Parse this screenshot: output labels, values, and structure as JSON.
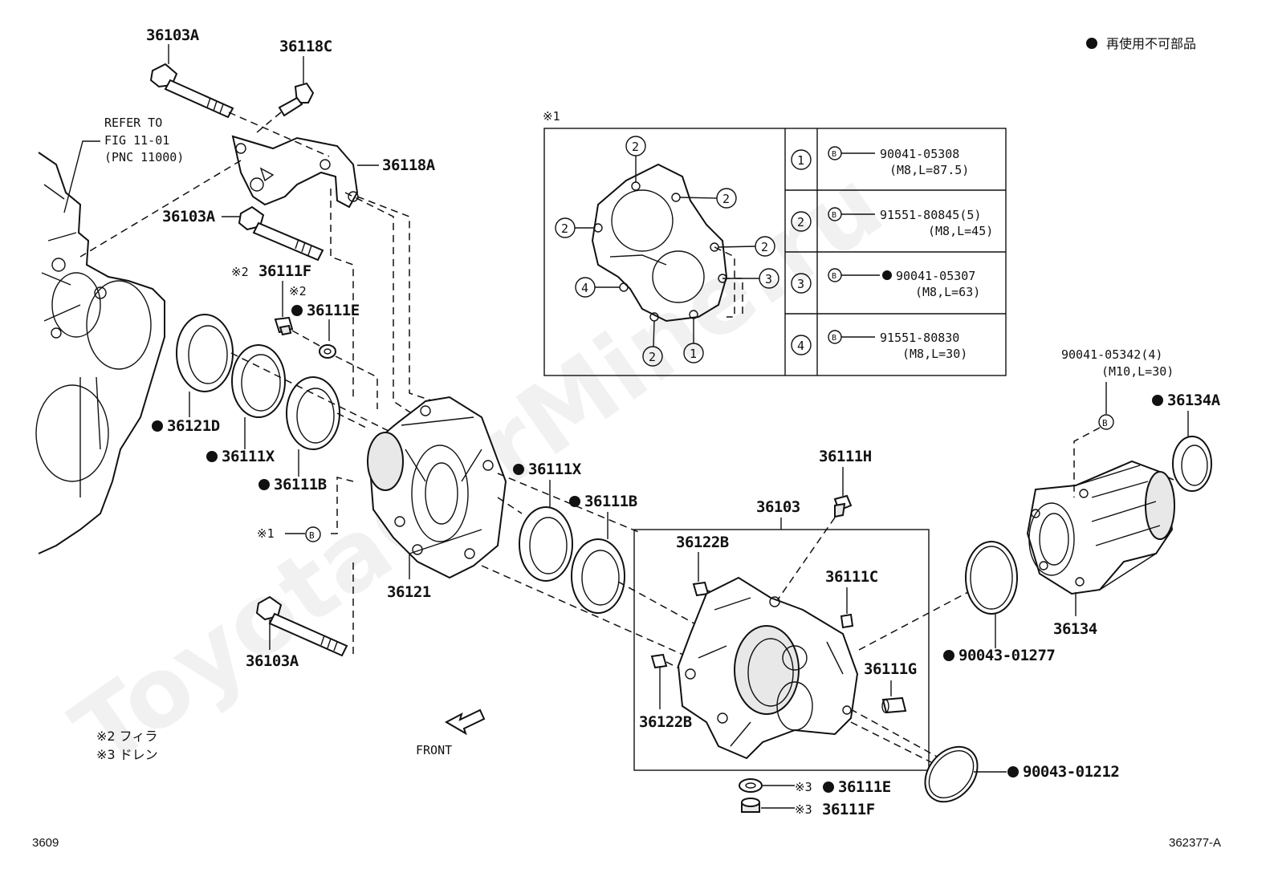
{
  "legend": {
    "bullet_note": "再使用不可部品"
  },
  "refer": {
    "line1": "REFER TO",
    "line2": "FIG 11-01",
    "line3": "(PNC 11000)"
  },
  "parts": {
    "p36103A_top": "36103A",
    "p36118C": "36118C",
    "p36118A": "36118A",
    "p36103A_mid": "36103A",
    "p36111F_top": "36111F",
    "p36111E_top": "36111E",
    "p36121D": "36121D",
    "p36111X_left": "36111X",
    "p36111B_left": "36111B",
    "p36121": "36121",
    "p36103A_bot": "36103A",
    "p36111X_mid": "36111X",
    "p36111B_mid": "36111B",
    "p36111H": "36111H",
    "p36103": "36103",
    "p36122B_top": "36122B",
    "p36111C": "36111C",
    "p36111G": "36111G",
    "p36122B_bot": "36122B",
    "p36111E_bot": "36111E",
    "p36111F_bot": "36111F",
    "p90043_01277": "90043-01277",
    "p90043_01212": "90043-01212",
    "p36134": "36134",
    "p36134A": "36134A",
    "p90041_05342": "90041-05342(4)",
    "p90041_05342_spec": "(M10,L=30)"
  },
  "marks": {
    "star1": "※1",
    "star2": "※2",
    "star3": "※3",
    "bolt_b": "B",
    "star1_ref": "※1"
  },
  "notes": {
    "filler": "※2 フィラ",
    "drain": "※3 ドレン",
    "front": "FRONT"
  },
  "inset": {
    "title": "※1",
    "callout_nums": [
      "2",
      "2",
      "2",
      "2",
      "3",
      "4",
      "2",
      "1"
    ],
    "rows": [
      {
        "num": "1",
        "part": "90041-05308",
        "spec": "(M8,L=87.5)",
        "nonreuse": false
      },
      {
        "num": "2",
        "part": "91551-80845(5)",
        "spec": "(M8,L=45)",
        "nonreuse": false
      },
      {
        "num": "3",
        "part": "90041-05307",
        "spec": "(M8,L=63)",
        "nonreuse": true
      },
      {
        "num": "4",
        "part": "91551-80830",
        "spec": "(M8,L=30)",
        "nonreuse": false
      }
    ]
  },
  "footer": {
    "left": "3609",
    "right": "362377-A"
  },
  "watermark": "ToyotaCarMine.ru"
}
